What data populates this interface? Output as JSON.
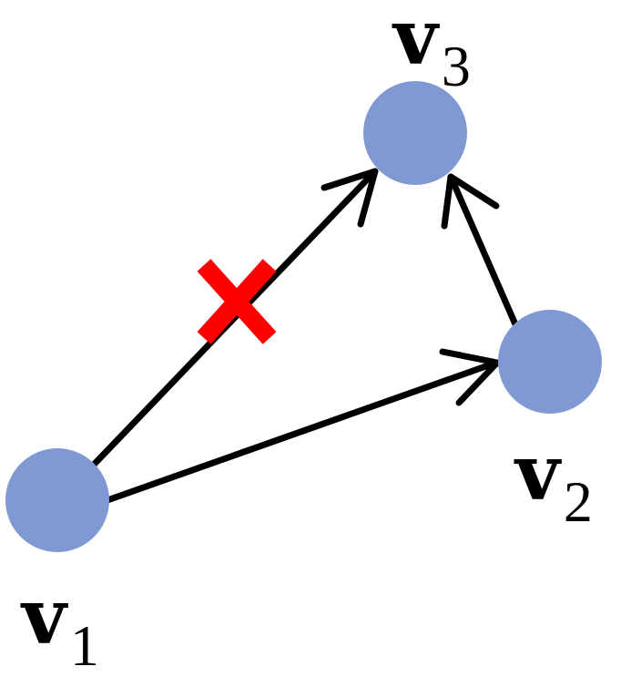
{
  "nodes": [
    {
      "id": "v1",
      "label": "v",
      "subscript": "1"
    },
    {
      "id": "v2",
      "label": "v",
      "subscript": "2"
    },
    {
      "id": "v3",
      "label": "v",
      "subscript": "3"
    }
  ],
  "edges": [
    {
      "from": "v1",
      "to": "v2",
      "blocked": false
    },
    {
      "from": "v1",
      "to": "v3",
      "blocked": true
    },
    {
      "from": "v2",
      "to": "v3",
      "blocked": false
    }
  ],
  "colors": {
    "node_fill": "#8099d2",
    "edge": "#000000",
    "blocked_marker": "#ff0000"
  }
}
